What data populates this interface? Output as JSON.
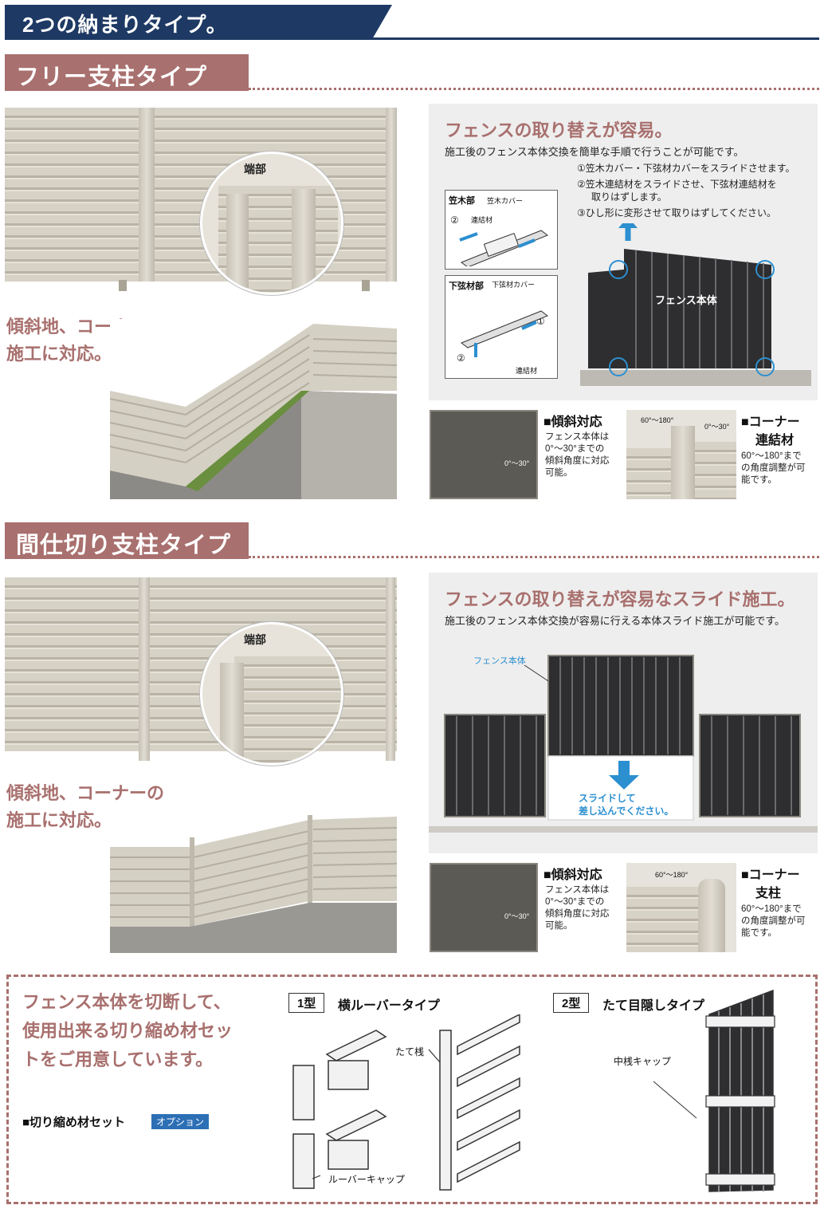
{
  "header": {
    "title": "2つの納まりタイプ。"
  },
  "section1": {
    "tab": "フリー支柱タイプ",
    "zoom_label": "端部",
    "slope_line1": "傾斜地、コーナーの",
    "slope_line2": "施工に対応。",
    "info": {
      "title": "フェンスの取り替えが容易。",
      "lead": "施工後のフェンス本体交換を簡単な手順で行うことが可能です。",
      "step1": "①笠木カバー・下弦材カバーをスライドさせます。",
      "step2a": "②笠木連結材をスライドさせ、下弦材連結材を",
      "step2b": "取りはずします。",
      "step3": "③ひし形に変形させて取りはずしてください。",
      "box_top_label": "笠木部",
      "box_top_part": "笠木カバー",
      "box_top_joint": "連結材",
      "box_bottom_label": "下弦材部",
      "box_bottom_part": "下弦材カバー",
      "box_bottom_joint": "連結材",
      "num1": "①",
      "num2": "②",
      "body_label": "フェンス本体"
    },
    "slope_feature": {
      "title": "■傾斜対応",
      "text1": "フェンス本体は",
      "text2": "0°～30°までの",
      "text3": "傾斜角度に対応",
      "text4": "可能。",
      "angle": "0°～30°"
    },
    "corner_feature": {
      "title1": "■コーナー",
      "title2": "連結材",
      "text1": "60°～180°まで",
      "text2": "の角度調整が可",
      "text3": "能です。",
      "angle_a": "60°～180°",
      "angle_b": "0°～30°"
    }
  },
  "section2": {
    "tab": "間仕切り支柱タイプ",
    "zoom_label": "端部",
    "slope_line1": "傾斜地、コーナーの",
    "slope_line2": "施工に対応。",
    "info": {
      "title": "フェンスの取り替えが容易なスライド施工。",
      "lead": "施工後のフェンス本体交換が容易に行える本体スライド施工が可能です。",
      "body_label": "フェンス本体",
      "slide_line1": "スライドして",
      "slide_line2": "差し込んでください。"
    },
    "slope_feature": {
      "title": "■傾斜対応",
      "text1": "フェンス本体は",
      "text2": "0°～30°までの",
      "text3": "傾斜角度に対応",
      "text4": "可能。",
      "angle": "0°～30°"
    },
    "corner_feature": {
      "title1": "■コーナー",
      "title2": "支柱",
      "text1": "60°～180°まで",
      "text2": "の角度調整が可",
      "text3": "能です。",
      "angle_a": "60°～180°"
    }
  },
  "bottom": {
    "lead1": "フェンス本体を切断して、",
    "lead2": "使用出来る切り縮め材セッ",
    "lead3": "トをご用意しています。",
    "set_label": "■切り縮め材セット",
    "option": "オプション",
    "type1_box": "1型",
    "type1_name": "横ルーバータイプ",
    "type1_part_a": "たて桟",
    "type1_part_b": "ルーバーキャップ",
    "type2_box": "2型",
    "type2_name": "たて目隠しタイプ",
    "type2_part": "中桟キャップ"
  },
  "colors": {
    "navy": "#1e3a64",
    "rose": "#a8706e",
    "blue_accent": "#2c8fd0",
    "option_blue": "#2c6fb5"
  }
}
